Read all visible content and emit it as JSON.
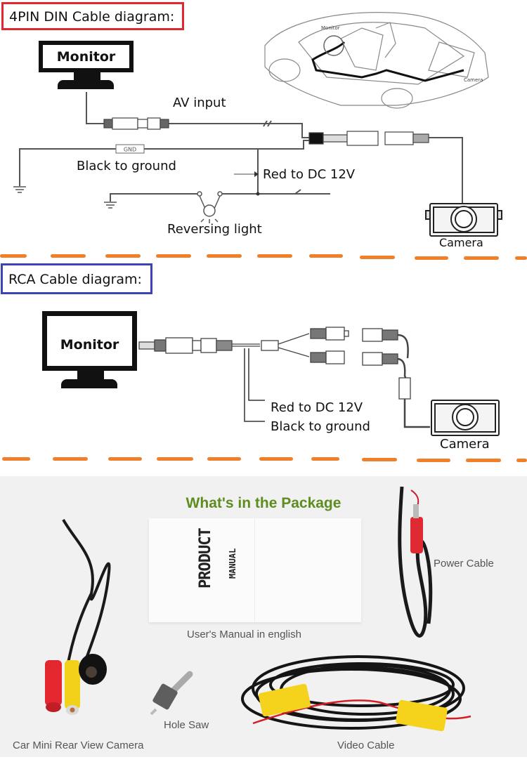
{
  "section_4pin": {
    "title": "4PIN DIN Cable diagram:",
    "monitor_label": "Monitor",
    "av_input_label": "AV input",
    "gnd_tag": "GND",
    "black_to_ground_label": "Black to ground",
    "red_to_dc_label": "Red to DC 12V",
    "reversing_light_label": "Reversing light",
    "camera_label": "Camera",
    "car_diagram": {
      "monitor_label": "Monitor",
      "camera_label": "Camera"
    }
  },
  "section_rca": {
    "title": "RCA Cable diagram:",
    "monitor_label": "Monitor",
    "red_to_dc_label": "Red to DC 12V",
    "black_to_ground_label": "Black to ground",
    "camera_label": "Camera"
  },
  "package": {
    "title": "What's in the Package",
    "manual_cover_line1": "PRODUCT",
    "manual_cover_line2": "MANUAL",
    "items": [
      {
        "label": "User's Manual in english"
      },
      {
        "label": "Power Cable"
      },
      {
        "label": "Hole Saw"
      },
      {
        "label": "Car Mini Rear View Camera"
      },
      {
        "label": "Video Cable"
      }
    ],
    "title_color": "#5e8d1f"
  },
  "colors": {
    "red_frame": "#e0262e",
    "blue_frame": "#3c43b4",
    "divider": "#f07f2a"
  }
}
